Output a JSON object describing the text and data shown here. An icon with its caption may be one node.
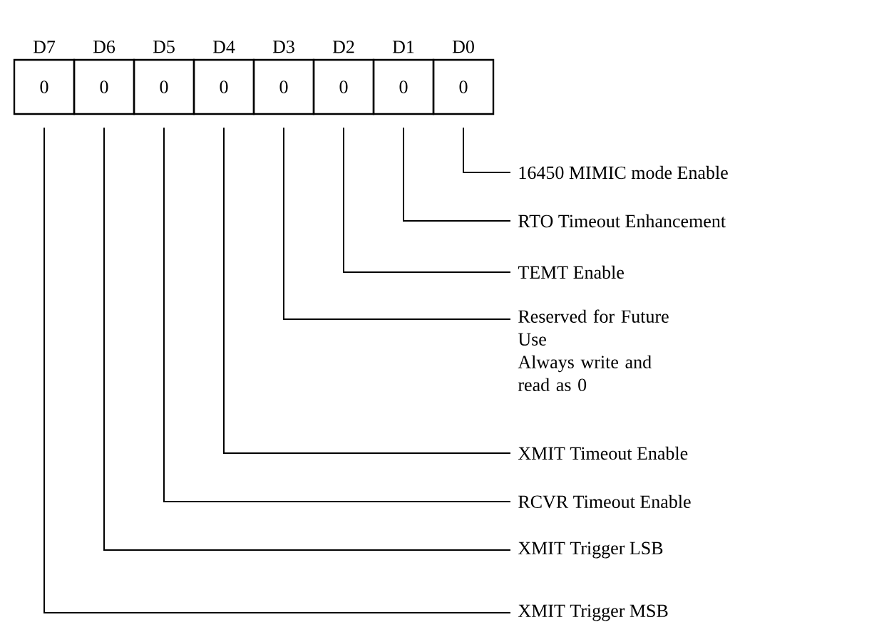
{
  "diagram": {
    "nodes": [
      {
        "text": [
          "D7",
          "0"
        ]
      },
      {
        "text": [
          "D6",
          "0"
        ]
      },
      {
        "text": [
          "D5",
          "0"
        ]
      },
      {
        "text": [
          "D4",
          "0"
        ]
      },
      {
        "text": [
          "D3",
          "0"
        ]
      },
      {
        "text": [
          "D2",
          "0"
        ]
      },
      {
        "text": [
          "D1",
          "0"
        ]
      },
      {
        "text": [
          "D0",
          "0"
        ]
      },
      {
        "text": [
          "16450 MIMIC mode Enable"
        ]
      },
      {
        "text": [
          "RTO Timeout Enhancement"
        ]
      },
      {
        "text": [
          "TEMT Enable"
        ]
      },
      {
        "text": [
          "Reserved for Future Use",
          "Always write and read as 0"
        ]
      },
      {
        "text": [
          "XMIT Timeout Enable"
        ]
      },
      {
        "text": [
          "RCVR Timeout Enable"
        ]
      },
      {
        "text": [
          "XMIT Trigger LSB"
        ]
      },
      {
        "text": [
          "XMIT Trigger MSB"
        ]
      }
    ],
    "edges": [
      {
        "from": 7,
        "to": 8,
        "arrow": "none"
      },
      {
        "from": 6,
        "to": 9,
        "arrow": "none"
      },
      {
        "from": 5,
        "to": 10,
        "arrow": "none"
      },
      {
        "from": 4,
        "to": 11,
        "arrow": "none"
      },
      {
        "from": 3,
        "to": 12,
        "arrow": "none"
      },
      {
        "from": 2,
        "to": 13,
        "arrow": "none"
      },
      {
        "from": 1,
        "to": 14,
        "arrow": "none"
      },
      {
        "from": 0,
        "to": 15,
        "arrow": "none"
      }
    ]
  }
}
